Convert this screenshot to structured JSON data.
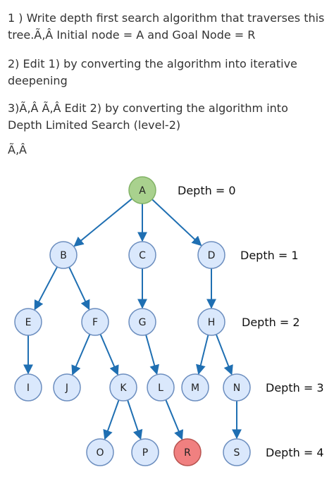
{
  "questions": [
    "1 ) Write depth first search algorithm that traverses this tree.Ã‚Â  Initial node = A and Goal Node = R",
    "2) Edit 1) by converting the algorithm into iterative deepening",
    "3)Ã‚Â Ã‚Â Edit 2) by converting the algorithm into Depth Limited Search (level-2)",
    "Ã‚Â"
  ],
  "colors": {
    "node_fill": "#dae8fc",
    "node_stroke": "#6c8ebf",
    "start_fill": "#a9d18e",
    "start_stroke": "#82b366",
    "goal_fill": "#f08080",
    "goal_stroke": "#b85450",
    "edge": "#1f6fb2"
  },
  "tree": {
    "nodes": [
      {
        "id": "A",
        "label": "A",
        "depth": 0,
        "role": "start"
      },
      {
        "id": "B",
        "label": "B",
        "depth": 1,
        "role": "normal"
      },
      {
        "id": "C",
        "label": "C",
        "depth": 1,
        "role": "normal"
      },
      {
        "id": "D",
        "label": "D",
        "depth": 1,
        "role": "normal"
      },
      {
        "id": "E",
        "label": "E",
        "depth": 2,
        "role": "normal"
      },
      {
        "id": "F",
        "label": "F",
        "depth": 2,
        "role": "normal"
      },
      {
        "id": "G",
        "label": "G",
        "depth": 2,
        "role": "normal"
      },
      {
        "id": "H",
        "label": "H",
        "depth": 2,
        "role": "normal"
      },
      {
        "id": "I",
        "label": "I",
        "depth": 3,
        "role": "normal"
      },
      {
        "id": "J",
        "label": "J",
        "depth": 3,
        "role": "normal"
      },
      {
        "id": "K",
        "label": "K",
        "depth": 3,
        "role": "normal"
      },
      {
        "id": "L",
        "label": "L",
        "depth": 3,
        "role": "normal"
      },
      {
        "id": "M",
        "label": "M",
        "depth": 3,
        "role": "normal"
      },
      {
        "id": "N",
        "label": "N",
        "depth": 3,
        "role": "normal"
      },
      {
        "id": "O",
        "label": "O",
        "depth": 4,
        "role": "normal"
      },
      {
        "id": "P",
        "label": "P",
        "depth": 4,
        "role": "normal"
      },
      {
        "id": "R",
        "label": "R",
        "depth": 4,
        "role": "goal"
      },
      {
        "id": "S",
        "label": "S",
        "depth": 4,
        "role": "normal"
      }
    ],
    "edges": [
      [
        "A",
        "B"
      ],
      [
        "A",
        "C"
      ],
      [
        "A",
        "D"
      ],
      [
        "B",
        "E"
      ],
      [
        "B",
        "F"
      ],
      [
        "C",
        "G"
      ],
      [
        "D",
        "H"
      ],
      [
        "E",
        "I"
      ],
      [
        "F",
        "J"
      ],
      [
        "F",
        "K"
      ],
      [
        "G",
        "L"
      ],
      [
        "H",
        "M"
      ],
      [
        "H",
        "N"
      ],
      [
        "K",
        "O"
      ],
      [
        "K",
        "P"
      ],
      [
        "L",
        "R"
      ],
      [
        "N",
        "S"
      ]
    ],
    "depth_labels": [
      "Depth = 0",
      "Depth = 1",
      "Depth = 2",
      "Depth = 3",
      "Depth = 4"
    ]
  }
}
